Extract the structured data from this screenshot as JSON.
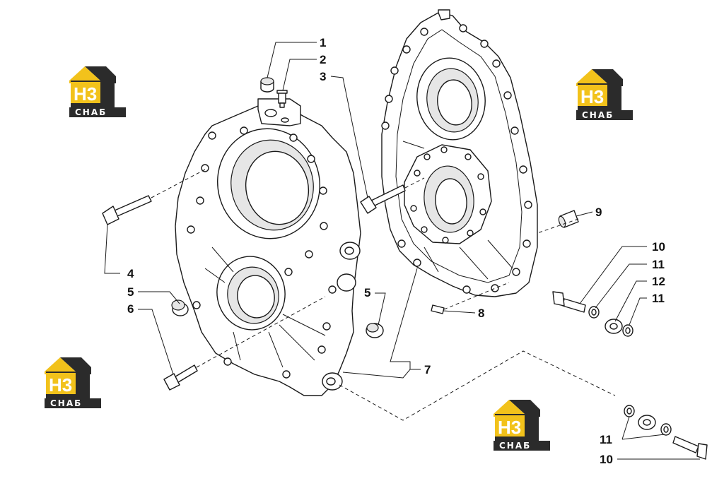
{
  "callouts": {
    "c1": "1",
    "c2": "2",
    "c3": "3",
    "c4": "4",
    "c5a": "5",
    "c5b": "5",
    "c6": "6",
    "c7": "7",
    "c8": "8",
    "c9": "9",
    "c10a": "10",
    "c10b": "10",
    "c11a": "11",
    "c11b": "11",
    "c11c": "11",
    "c12": "12"
  },
  "watermark": {
    "mark": "H3",
    "caption": "СНАБ",
    "colors": {
      "yellow": "#f2c21b",
      "dark": "#2b2b2b"
    }
  }
}
